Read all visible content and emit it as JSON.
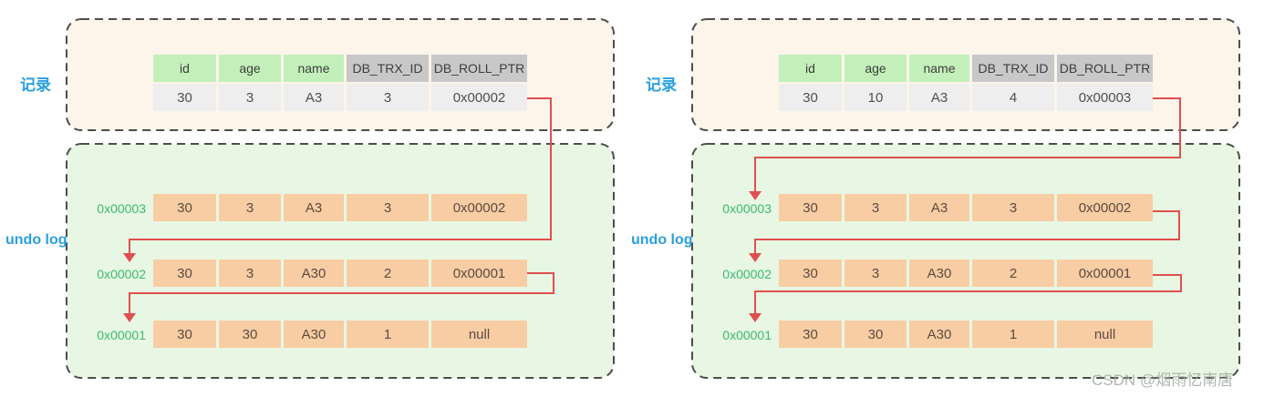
{
  "watermark": "CSDN @烟雨忆南唐",
  "colors": {
    "label_blue": "#2aa0e0",
    "addr_green": "#3cb96f",
    "arrow_red": "#e04f4f",
    "record_box_bg": "#fdf4ea",
    "undo_box_bg": "#e8f7e3",
    "undo_cell_bg": "#f8cda4",
    "header_green_bg": "#c3f0ba",
    "header_gray_bg": "#c8c8c8",
    "row_gray_bg": "#eeeeee"
  },
  "diagrams": [
    {
      "record_label": "记录",
      "undo_label": "undo log",
      "columns": [
        "id",
        "age",
        "name",
        "DB_TRX_ID",
        "DB_ROLL_PTR"
      ],
      "record_row": [
        "30",
        "3",
        "A3",
        "3",
        "0x00002"
      ],
      "undo_rows": [
        {
          "addr": "0x00003",
          "cells": [
            "30",
            "3",
            "A3",
            "3",
            "0x00002"
          ]
        },
        {
          "addr": "0x00002",
          "cells": [
            "30",
            "3",
            "A30",
            "2",
            "0x00001"
          ]
        },
        {
          "addr": "0x00001",
          "cells": [
            "30",
            "30",
            "A30",
            "1",
            "null"
          ]
        }
      ]
    },
    {
      "record_label": "记录",
      "undo_label": "undo log",
      "columns": [
        "id",
        "age",
        "name",
        "DB_TRX_ID",
        "DB_ROLL_PTR"
      ],
      "record_row": [
        "30",
        "10",
        "A3",
        "4",
        "0x00003"
      ],
      "undo_rows": [
        {
          "addr": "0x00003",
          "cells": [
            "30",
            "3",
            "A3",
            "3",
            "0x00002"
          ]
        },
        {
          "addr": "0x00002",
          "cells": [
            "30",
            "3",
            "A30",
            "2",
            "0x00001"
          ]
        },
        {
          "addr": "0x00001",
          "cells": [
            "30",
            "30",
            "A30",
            "1",
            "null"
          ]
        }
      ]
    }
  ]
}
